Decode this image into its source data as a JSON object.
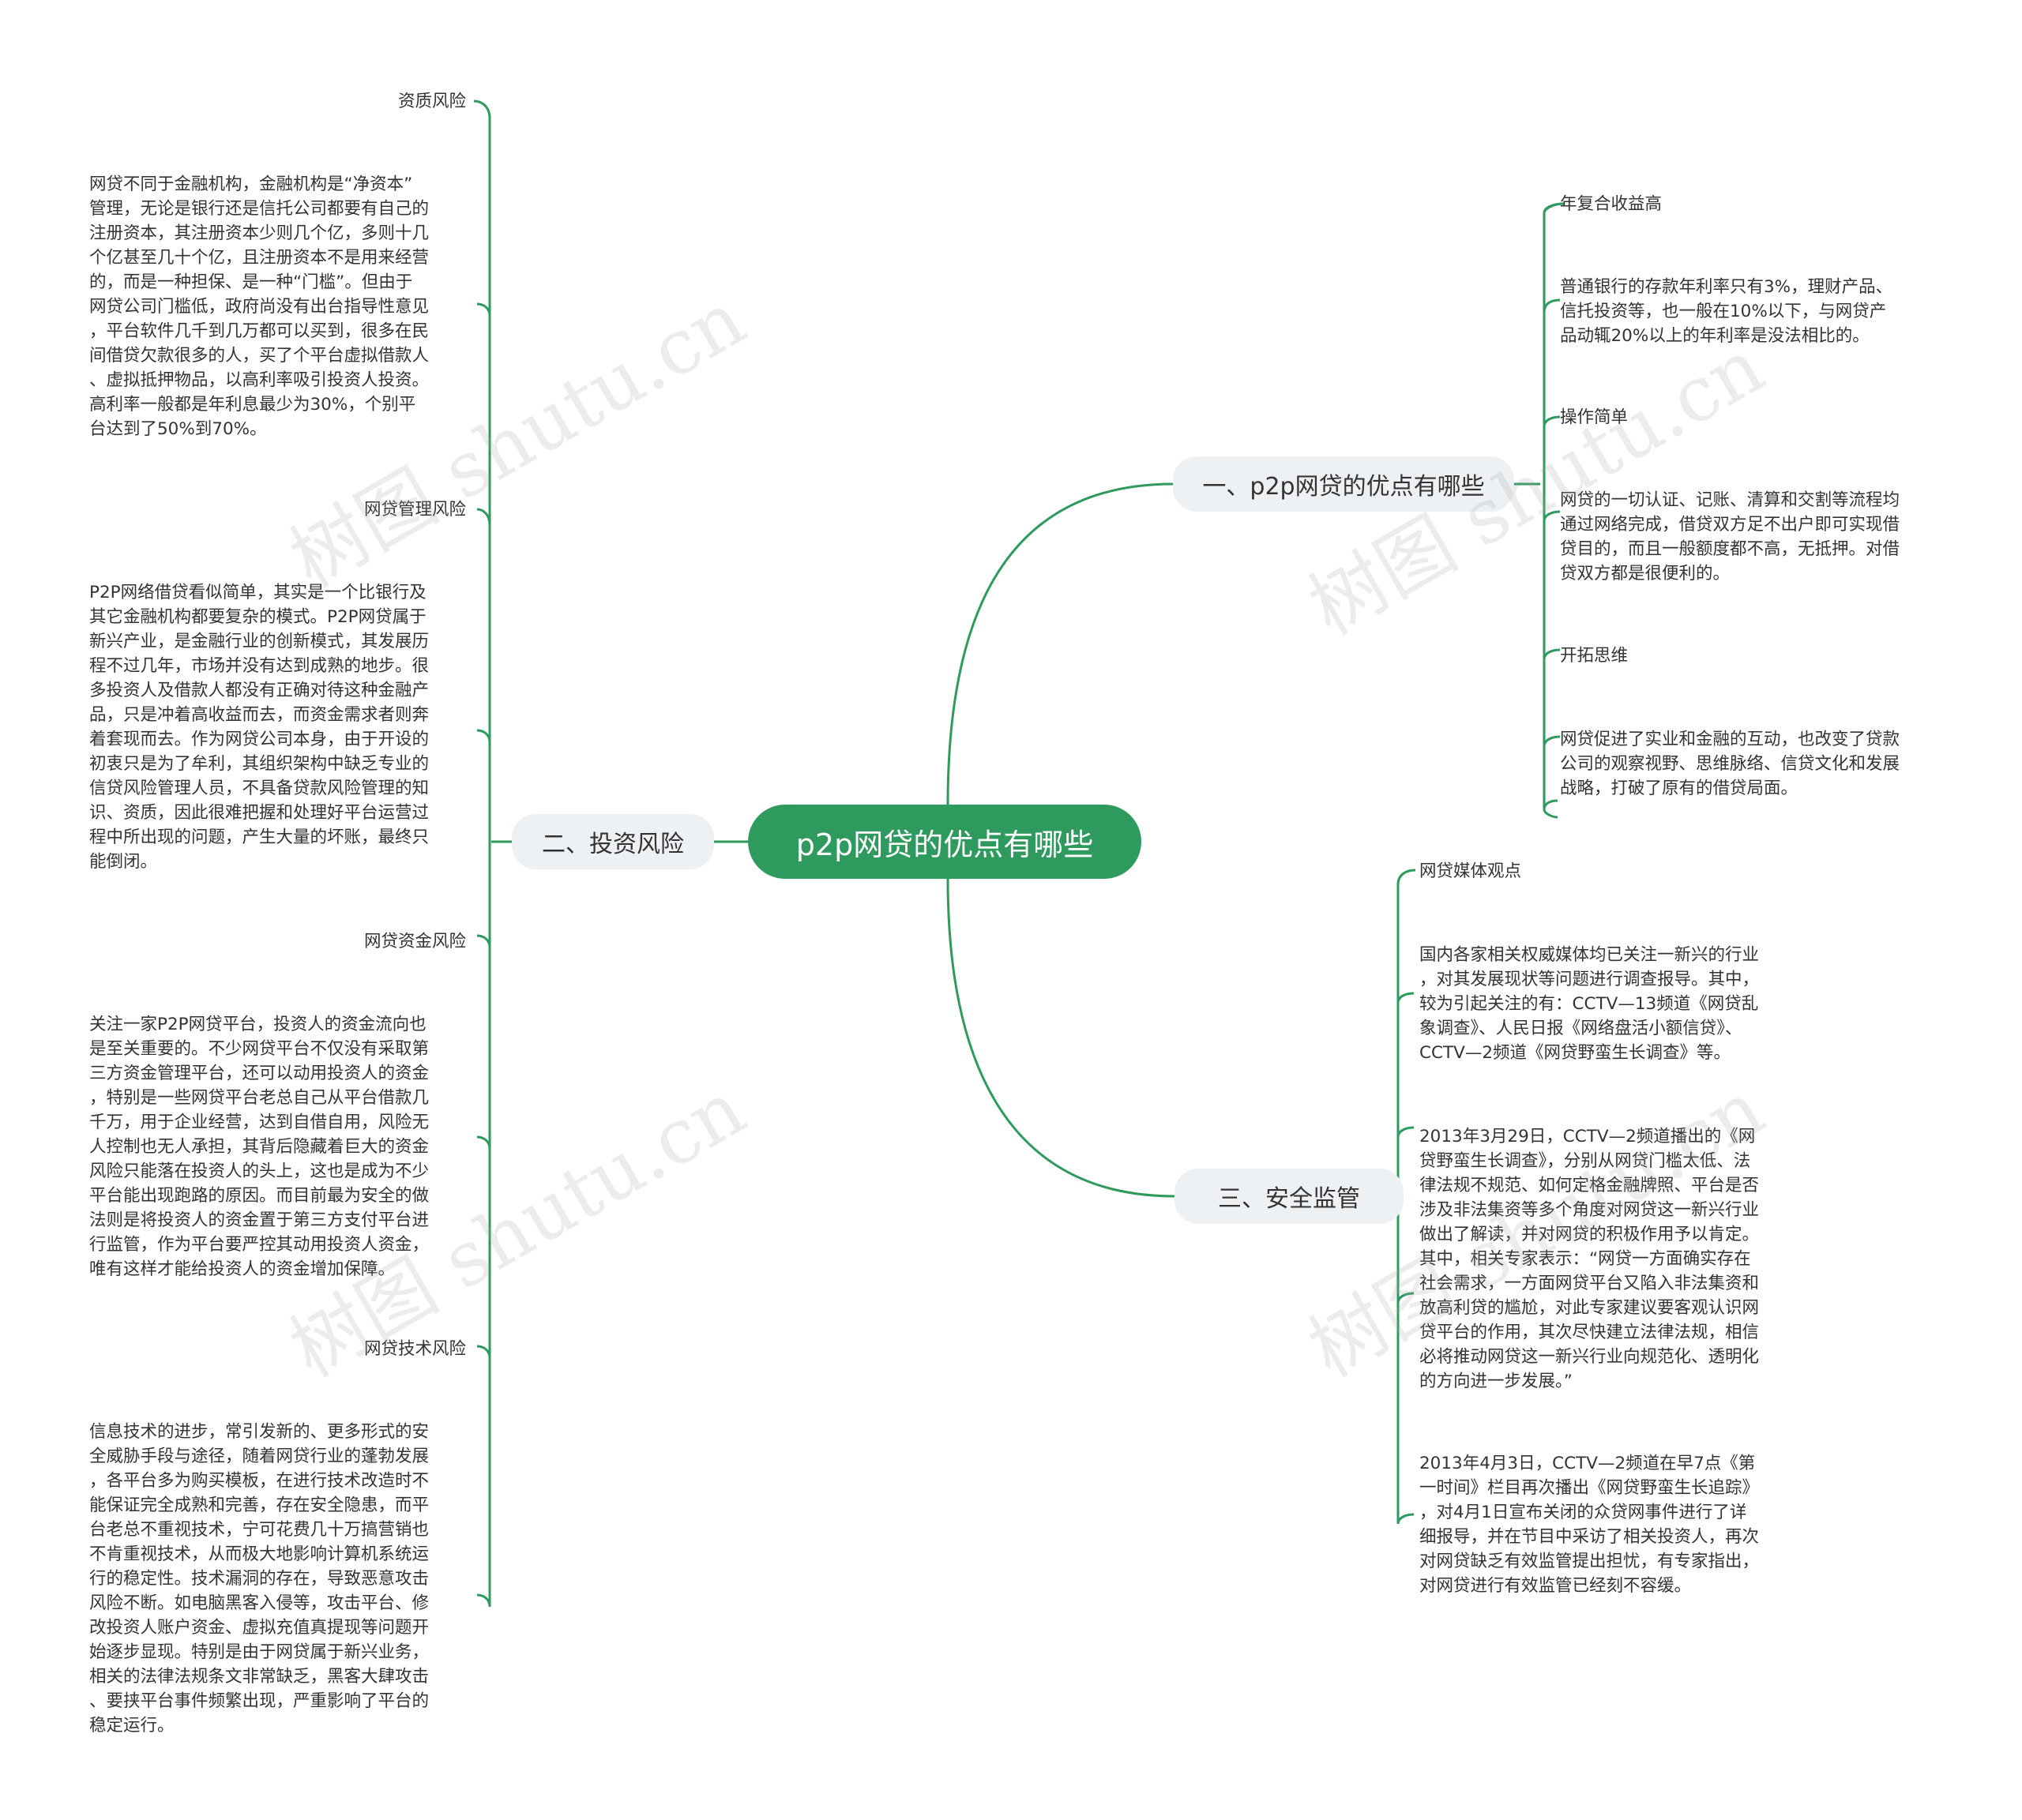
{
  "root": {
    "label": "p2p网贷的优点有哪些"
  },
  "colors": {
    "root_bg": "#2e9a5d",
    "line": "#2e9a5d",
    "branch_bg": "#eef1f4"
  },
  "branches": {
    "b1": {
      "label": "一、p2p网贷的优点有哪些",
      "items": [
        {
          "title": "年复合收益高",
          "text": "普通银行的存款年利率只有3%，理财产品、\n信托投资等，也一般在10%以下，与网贷产\n品动辄20%以上的年利率是没法相比的。"
        },
        {
          "title": "操作简单",
          "text": "网贷的一切认证、记账、清算和交割等流程均\n通过网络完成，借贷双方足不出户即可实现借\n贷目的，而且一般额度都不高，无抵押。对借\n贷双方都是很便利的。"
        },
        {
          "title": "开拓思维",
          "text": "网贷促进了实业和金融的互动，也改变了贷款\n公司的观察视野、思维脉络、信贷文化和发展\n战略，打破了原有的借贷局面。"
        }
      ]
    },
    "b2": {
      "label": "二、投资风险",
      "items": [
        {
          "title": "资质风险",
          "text": "网贷不同于金融机构，金融机构是“净资本”\n管理，无论是银行还是信托公司都要有自己的\n注册资本，其注册资本少则几个亿，多则十几\n个亿甚至几十个亿，且注册资本不是用来经营\n的，而是一种担保、是一种“门槛”。但由于\n网贷公司门槛低，政府尚没有出台指导性意见\n，平台软件几千到几万都可以买到，很多在民\n间借贷欠款很多的人，买了个平台虚拟借款人\n、虚拟抵押物品，以高利率吸引投资人投资。\n高利率一般都是年利息最少为30%，个别平\n台达到了50%到70%。"
        },
        {
          "title": "网贷管理风险",
          "text": "P2P网络借贷看似简单，其实是一个比银行及\n其它金融机构都要复杂的模式。P2P网贷属于\n新兴产业，是金融行业的创新模式，其发展历\n程不过几年，市场并没有达到成熟的地步。很\n多投资人及借款人都没有正确对待这种金融产\n品，只是冲着高收益而去，而资金需求者则奔\n着套现而去。作为网贷公司本身，由于开设的\n初衷只是为了牟利，其组织架构中缺乏专业的\n信贷风险管理人员，不具备贷款风险管理的知\n识、资质，因此很难把握和处理好平台运营过\n程中所出现的问题，产生大量的坏账，最终只\n能倒闭。"
        },
        {
          "title": "网贷资金风险",
          "text": "关注一家P2P网贷平台，投资人的资金流向也\n是至关重要的。不少网贷平台不仅没有采取第\n三方资金管理平台，还可以动用投资人的资金\n，特别是一些网贷平台老总自己从平台借款几\n千万，用于企业经营，达到自借自用，风险无\n人控制也无人承担，其背后隐藏着巨大的资金\n风险只能落在投资人的头上，这也是成为不少\n平台能出现跑路的原因。而目前最为安全的做\n法则是将投资人的资金置于第三方支付平台进\n行监管，作为平台要严控其动用投资人资金，\n唯有这样才能给投资人的资金增加保障。"
        },
        {
          "title": "网贷技术风险",
          "text": "信息技术的进步，常引发新的、更多形式的安\n全威胁手段与途径，随着网贷行业的蓬勃发展\n，各平台多为购买模板，在进行技术改造时不\n能保证完全成熟和完善，存在安全隐患，而平\n台老总不重视技术，宁可花费几十万搞营销也\n不肯重视技术，从而极大地影响计算机系统运\n行的稳定性。技术漏洞的存在，导致恶意攻击\n风险不断。如电脑黑客入侵等，攻击平台、修\n改投资人账户资金、虚拟充值真提现等问题开\n始逐步显现。特别是由于网贷属于新兴业务，\n相关的法律法规条文非常缺乏，黑客大肆攻击\n、要挟平台事件频繁出现，严重影响了平台的\n稳定运行。"
        }
      ]
    },
    "b3": {
      "label": "三、安全监管",
      "title": "网贷媒体观点",
      "texts": [
        "国内各家相关权威媒体均已关注一新兴的行业\n，对其发展现状等问题进行调查报导。其中，\n较为引起关注的有：CCTV—13频道《网贷乱\n象调查》、人民日报《网络盘活小额信贷》、\nCCTV—2频道《网贷野蛮生长调查》等。",
        "2013年3月29日，CCTV—2频道播出的《网\n贷野蛮生长调查》，分别从网贷门槛太低、法\n律法规不规范、如何定格金融牌照、平台是否\n涉及非法集资等多个角度对网贷这一新兴行业\n做出了解读，并对网贷的积极作用予以肯定。\n其中，相关专家表示：“网贷一方面确实存在\n社会需求，一方面网贷平台又陷入非法集资和\n放高利贷的尴尬，对此专家建议要客观认识网\n贷平台的作用，其次尽快建立法律法规，相信\n必将推动网贷这一新兴行业向规范化、透明化\n的方向进一步发展。”",
        "2013年4月3日，CCTV—2频道在早7点《第\n一时间》栏目再次播出《网贷野蛮生长追踪》\n，对4月1日宣布关闭的众贷网事件进行了详\n细报导，并在节目中采访了相关投资人，再次\n对网贷缺乏有效监管提出担忧，有专家指出，\n对网贷进行有效监管已经刻不容缓。"
      ]
    }
  }
}
